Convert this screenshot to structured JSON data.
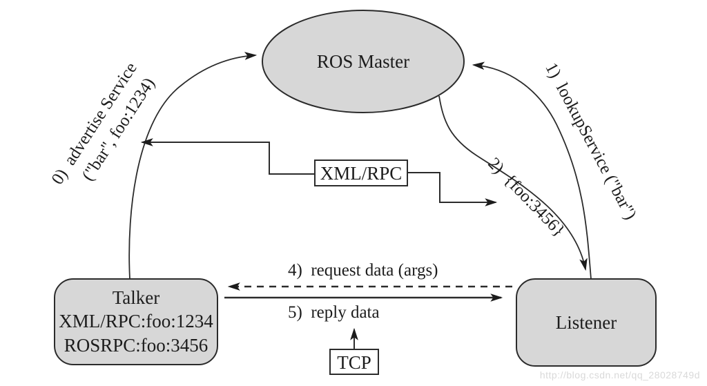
{
  "diagram": {
    "nodes": {
      "ros_master": {
        "label": "ROS Master"
      },
      "talker": {
        "title": "Talker",
        "line1": "XML/RPC:foo:1234",
        "line2": "ROSRPC:foo:3456"
      },
      "listener": {
        "label": "Listener"
      },
      "xmlrpc_box": {
        "label": "XML/RPC"
      },
      "tcp_box": {
        "label": "TCP"
      }
    },
    "edge_labels": {
      "advertise_line1": "0)  advertise Service",
      "advertise_line2": "(\"bar\", foo:1234)",
      "lookup": "1)  lookupService (\"bar\")",
      "response": "2)  {foo:3456}",
      "request": "4)  request data (args)",
      "reply": "5)  reply data"
    },
    "watermark": "http://blog.csdn.net/qq_28028749d",
    "colors": {
      "node_fill": "#d7d7d7",
      "stroke": "#2b2b2b",
      "text": "#1c1c1c",
      "watermark": "#d9d9d9"
    }
  }
}
